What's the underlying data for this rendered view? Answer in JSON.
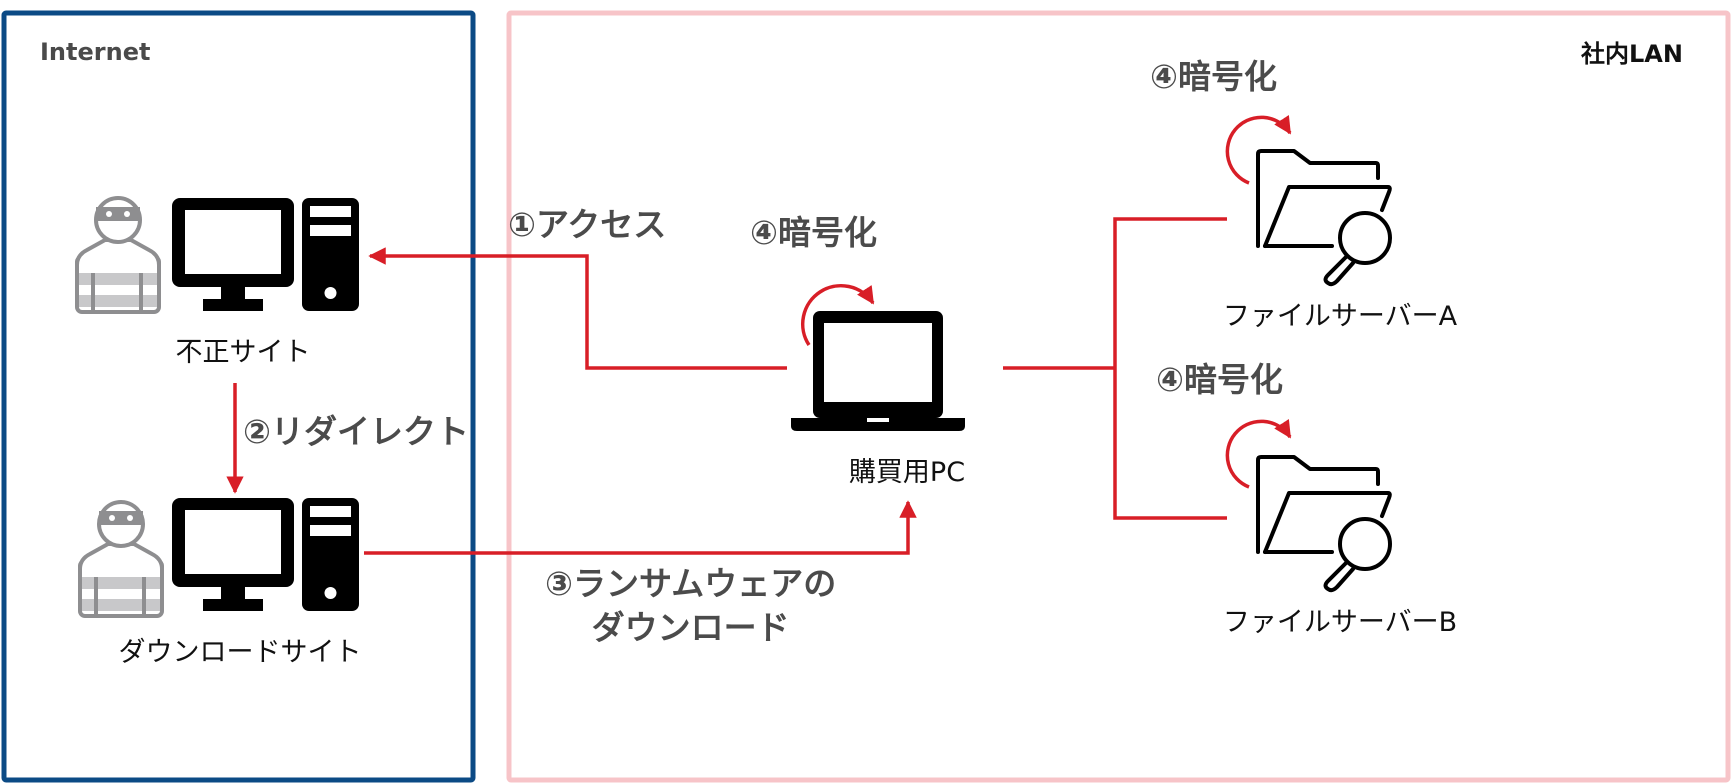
{
  "zones": {
    "internet": {
      "title": "Internet",
      "border_color": "#0b4a85"
    },
    "lan": {
      "title": "社内LAN",
      "border_color": "#f7c4c8"
    }
  },
  "nodes": {
    "malicious_site": {
      "label": "不正サイト",
      "icons": [
        "attacker-icon",
        "monitor-icon",
        "pc-tower-icon"
      ]
    },
    "download_site": {
      "label": "ダウンロードサイト",
      "icons": [
        "attacker-icon",
        "monitor-icon",
        "pc-tower-icon"
      ]
    },
    "purchase_pc": {
      "label": "購買用PC",
      "icons": [
        "laptop-icon"
      ]
    },
    "file_server_a": {
      "label": "ファイルサーバーA",
      "icons": [
        "folder-search-icon"
      ]
    },
    "file_server_b": {
      "label": "ファイルサーバーB",
      "icons": [
        "folder-search-icon"
      ]
    }
  },
  "steps": {
    "access": "①アクセス",
    "redirect": "②リダイレクト",
    "download_line1": "③ランサムウェアの",
    "download_line2": "ダウンロード",
    "encrypt_pc": "④暗号化",
    "encrypt_server_a": "④暗号化",
    "encrypt_server_b": "④暗号化"
  },
  "colors": {
    "arrow": "#d81e27",
    "icon": "#000000",
    "attacker": "#8e8e90",
    "attacker_stripe": "#c8c8ca",
    "step_text": "#4b4b4b"
  }
}
